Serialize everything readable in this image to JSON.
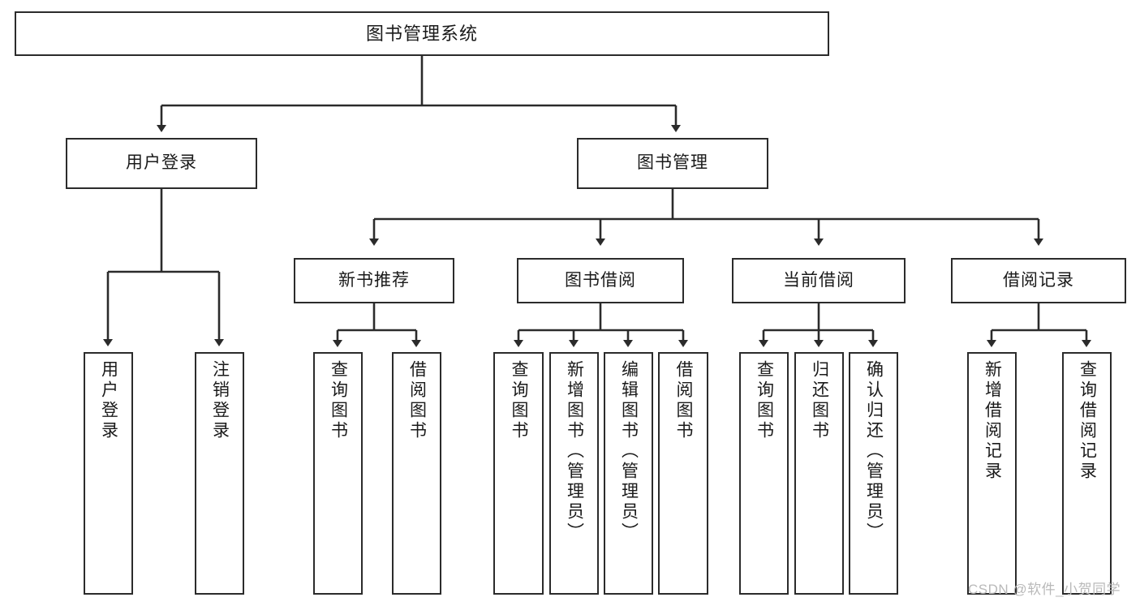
{
  "diagram": {
    "type": "tree",
    "title": "图书管理系统",
    "orientation": "top-down",
    "colors": {
      "box_border": "#2b2b2b",
      "box_fill": "#ffffff",
      "connector": "#2b2b2b",
      "text": "#1a1a1a",
      "watermark": "#b9b9b9"
    },
    "root": {
      "label": "图书管理系统"
    },
    "level2": [
      {
        "label": "用户登录"
      },
      {
        "label": "图书管理"
      }
    ],
    "level3": [
      {
        "label": "新书推荐"
      },
      {
        "label": "图书借阅"
      },
      {
        "label": "当前借阅"
      },
      {
        "label": "借阅记录"
      }
    ],
    "leaves": {
      "user_login": [
        {
          "label": "用户登录"
        },
        {
          "label": "注销登录"
        }
      ],
      "new_book_recommend": [
        {
          "label": "查询图书"
        },
        {
          "label": "借阅图书"
        }
      ],
      "book_borrow": [
        {
          "label": "查询图书"
        },
        {
          "label": "新增图书（管理员）"
        },
        {
          "label": "编辑图书（管理员）"
        },
        {
          "label": "借阅图书"
        }
      ],
      "current_borrow": [
        {
          "label": "查询图书"
        },
        {
          "label": "归还图书"
        },
        {
          "label": "确认归还（管理员）"
        }
      ],
      "borrow_record": [
        {
          "label": "新增借阅记录"
        },
        {
          "label": "查询借阅记录"
        }
      ]
    }
  },
  "watermark": {
    "text": "CSDN @软件_小贺同学"
  }
}
